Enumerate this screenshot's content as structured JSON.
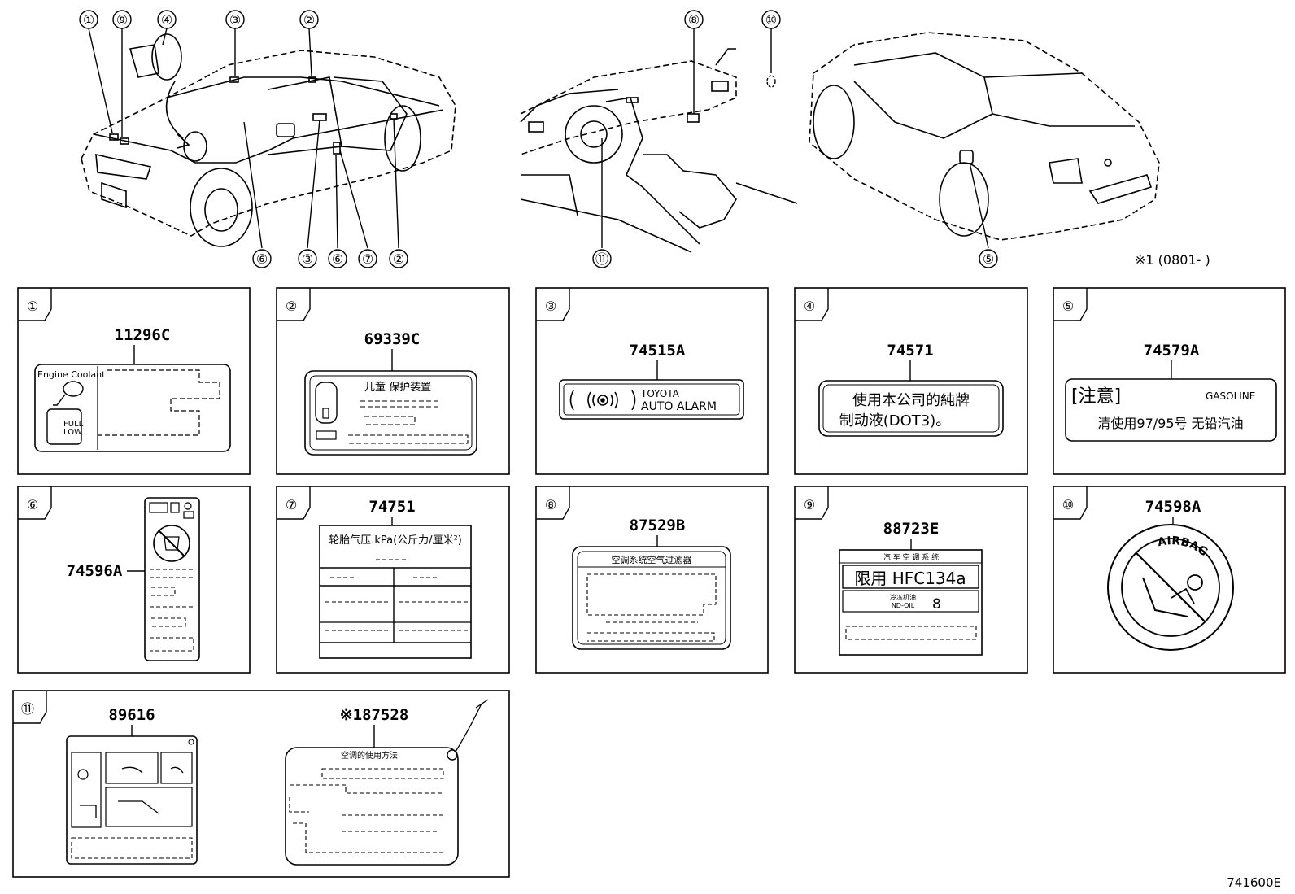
{
  "diagram_code": "741600E",
  "note": "※1 (0801-    )",
  "top_callouts": {
    "front_car": [
      "①",
      "⑨",
      "④",
      "③",
      "②",
      "⑥",
      "③",
      "⑥",
      "⑦",
      "②"
    ],
    "interior": [
      "⑧",
      "⑩",
      "⑪"
    ],
    "rear_car": [
      "⑤"
    ]
  },
  "panels": [
    {
      "num": "①",
      "part": "11296C",
      "label_text": "Engine Coolant",
      "full": "FULL",
      "low": "LOW"
    },
    {
      "num": "②",
      "part": "69339C",
      "label_text": "儿童 保护装置"
    },
    {
      "num": "③",
      "part": "74515A",
      "line1": "TOYOTA",
      "line2": "AUTO ALARM"
    },
    {
      "num": "④",
      "part": "74571",
      "line1": "使用本公司的純牌",
      "line2": "制动液(DOT3)。"
    },
    {
      "num": "⑤",
      "part": "74579A",
      "line1": "[注意]",
      "gas": "GASOLINE",
      "line2": "清使用97/95号 无铅汽油"
    },
    {
      "num": "⑥",
      "part": "74596A"
    },
    {
      "num": "⑦",
      "part": "74751",
      "header": "轮胎气压.kPa(公斤力/厘米²)"
    },
    {
      "num": "⑧",
      "part": "87529B",
      "header": "空调系统空气过滤器"
    },
    {
      "num": "⑨",
      "part": "88723E",
      "header": "汽 车 空 调 系 统",
      "main": "限用 HFC134a",
      "sub1": "冷冻机油",
      "sub2": "ND-OIL",
      "digit": "8"
    },
    {
      "num": "⑩",
      "part": "74598A",
      "ring": "AIRBAG"
    },
    {
      "num": "⑪",
      "part1": "89616",
      "part2": "※187528",
      "header2": "空调的使用方法"
    }
  ]
}
